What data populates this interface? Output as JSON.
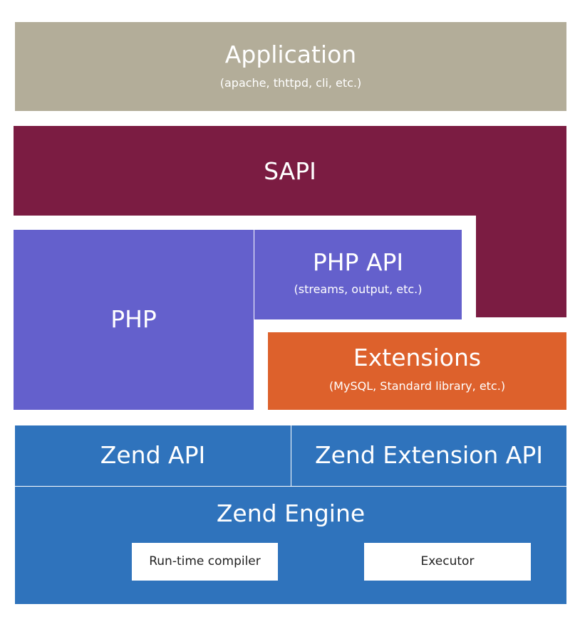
{
  "colors": {
    "application": "#b3ad99",
    "sapi": "#7b1c42",
    "php": "#6460cc",
    "extensions": "#dd612c",
    "zend": "#2f73bc",
    "component_bg": "#ffffff"
  },
  "application": {
    "title": "Application",
    "subtitle": "(apache, thttpd, cli, etc.)"
  },
  "sapi": {
    "title": "SAPI"
  },
  "php": {
    "title": "PHP"
  },
  "php_api": {
    "title": "PHP API",
    "subtitle": "(streams, output, etc.)"
  },
  "extensions": {
    "title": "Extensions",
    "subtitle": "(MySQL, Standard library, etc.)"
  },
  "zend_api": {
    "title": "Zend API"
  },
  "zend_extension_api": {
    "title": "Zend Extension API"
  },
  "zend_engine": {
    "title": "Zend Engine",
    "components": {
      "compiler": "Run-time compiler",
      "executor": "Executor"
    }
  }
}
